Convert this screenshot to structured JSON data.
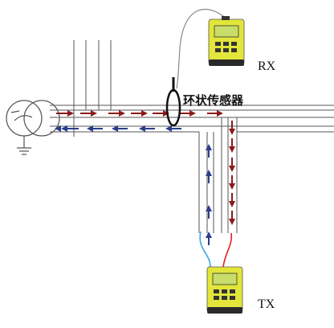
{
  "labels": {
    "receiver": "RX",
    "transmitter": "TX",
    "sensor": "环状传感器"
  },
  "colors": {
    "conductor": "#555555",
    "arrow_red": "#8b1a1a",
    "arrow_blue": "#2b3e8c",
    "lead_red": "#e02020",
    "lead_blue": "#3aa6dd",
    "device_body": "#e2e53a",
    "device_screen": "#c8dd6a",
    "device_base": "#2a2a2a"
  }
}
